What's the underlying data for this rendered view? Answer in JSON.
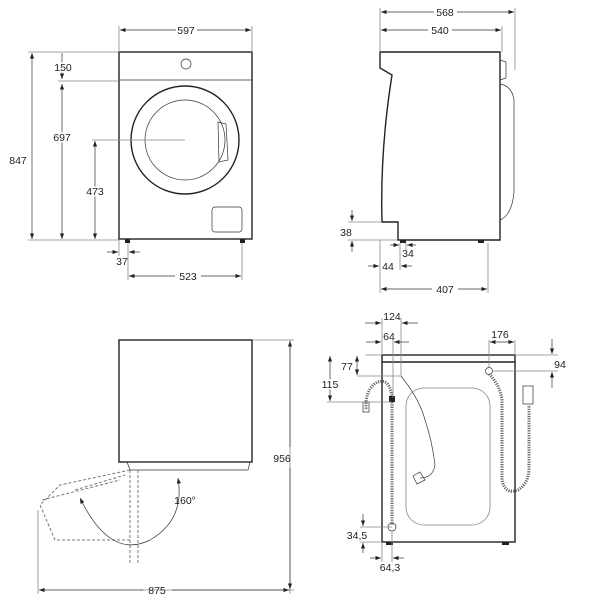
{
  "front_view": {
    "width": "597",
    "height_total": "847",
    "top_panel": "150",
    "body_height": "697",
    "door_center_height": "473",
    "foot_offset": "37",
    "foot_spacing": "523"
  },
  "side_view": {
    "depth_total": "568",
    "depth_body": "540",
    "foot_height": "38",
    "foot_width": "34",
    "foot_front_offset": "44",
    "foot_depth_spacing": "407"
  },
  "top_view": {
    "depth_door_open": "956",
    "width_door_open": "875",
    "door_angle": "160°"
  },
  "rear_view": {
    "drain_offset_outer": "124",
    "drain_offset_inner": "64",
    "drain_top": "77",
    "drain_height": "115",
    "inlet_offset": "176",
    "inlet_top": "94",
    "drain_bottom": "34,5",
    "drain_bottom_offset": "64,3"
  }
}
